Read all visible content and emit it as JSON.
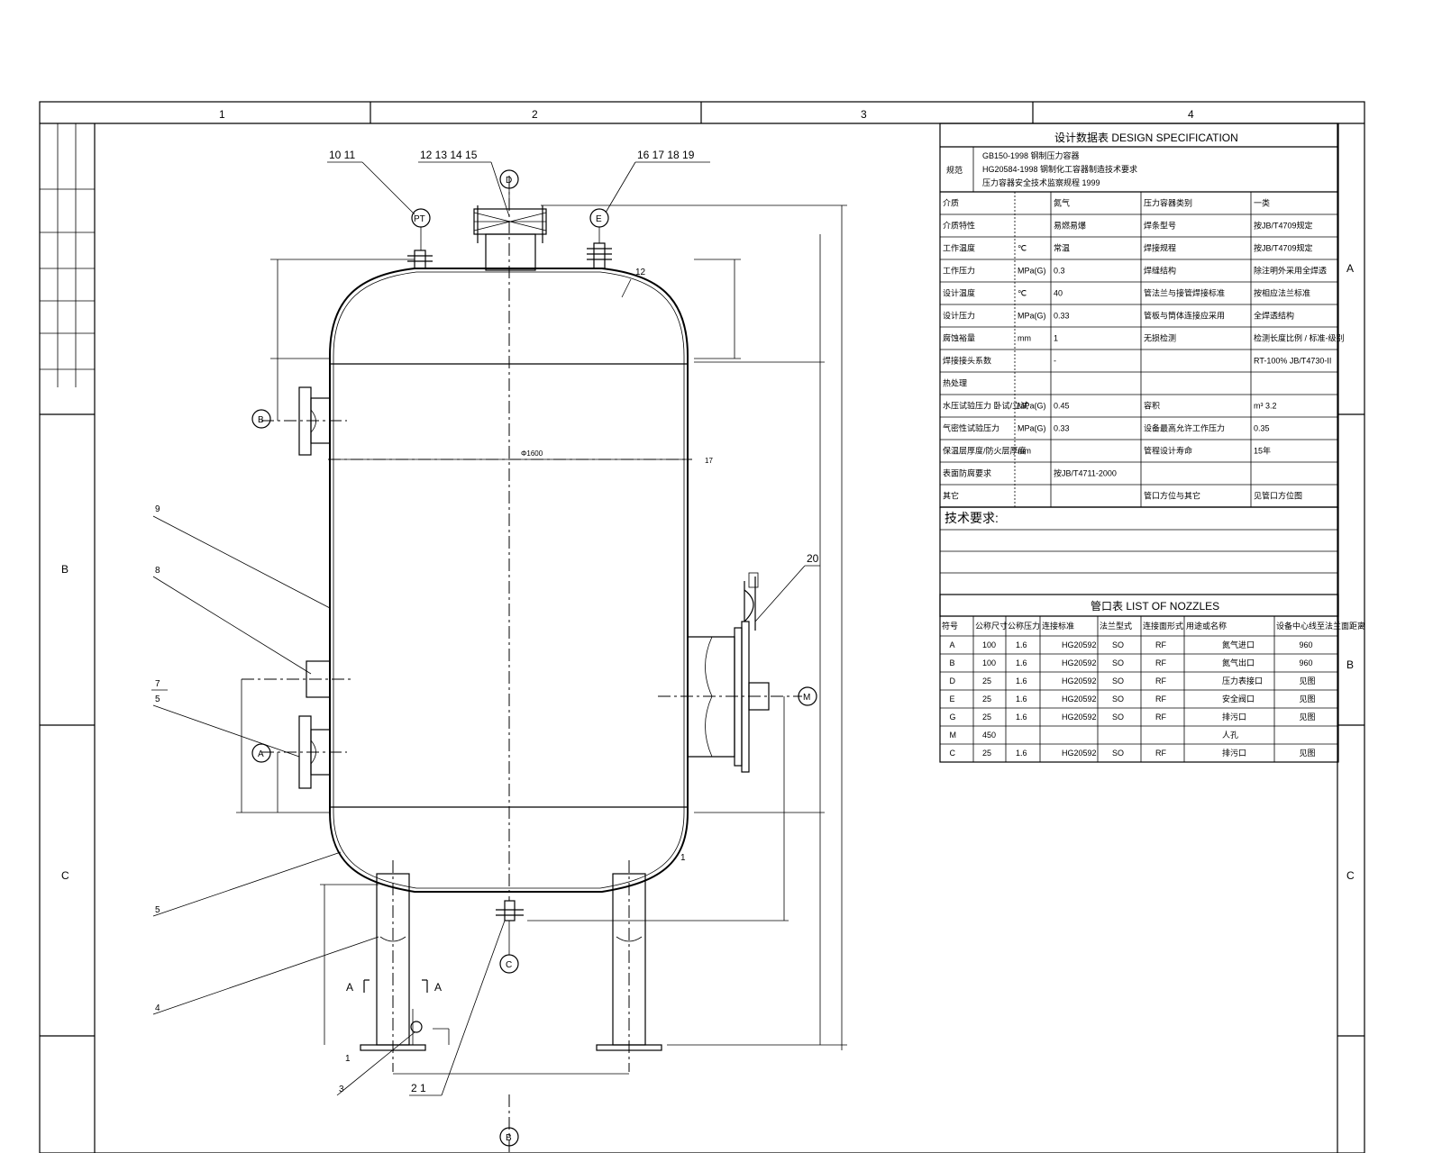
{
  "frame": {
    "zone_columns": [
      "1",
      "2",
      "3",
      "4"
    ],
    "zone_rows_left": [
      "B",
      "C"
    ],
    "zone_rows_right": [
      "A",
      "B",
      "C"
    ]
  },
  "callouts": {
    "c_10_11": "10 11",
    "c_12_15": "12 13 14 15",
    "c_16_19": "16 17 18 19",
    "c_12": "12",
    "c_9": "9",
    "c_8": "8",
    "c_7": "7",
    "c_5a": "5",
    "c_5b": "5",
    "c_4": "4",
    "c_3": "3",
    "c_2_1": "2 1",
    "c_20": "20",
    "c_1a": "1",
    "c_1b": "1",
    "c_17": "17"
  },
  "nozzle_marks": {
    "pt": "PT",
    "d": "D",
    "e": "E",
    "b": "B",
    "a": "A",
    "m": "M",
    "c": "C",
    "section_b": "B"
  },
  "section_labels": {
    "left": "A",
    "right": "A"
  },
  "dimensions": {
    "diameter": "Φ1600"
  },
  "design_data_table": {
    "title": "设计数据表   DESIGN   SPECIFICATION",
    "spec_rows": [
      "GB150-1998   钢制压力容器",
      "HG20584-1998   钢制化工容器制造技术要求",
      "压力容器安全技术监察规程   1999"
    ],
    "spec_label": "规范",
    "rows": [
      [
        "介质",
        "",
        "氮气",
        "压力容器类别",
        "一类"
      ],
      [
        "介质特性",
        "",
        "易燃易爆",
        "焊条型号",
        "按JB/T4709规定"
      ],
      [
        "工作温度",
        "℃",
        "常温",
        "焊接规程",
        "按JB/T4709规定"
      ],
      [
        "工作压力",
        "MPa(G)",
        "0.3",
        "焊缝结构",
        "除注明外采用全焊透"
      ],
      [
        "设计温度",
        "℃",
        "40",
        "管法兰与接管焊接标准",
        "按相应法兰标准"
      ],
      [
        "设计压力",
        "MPa(G)",
        "0.33",
        "管板与筒体连接应采用",
        "全焊透结构"
      ],
      [
        "腐蚀裕量",
        "mm",
        "1",
        "无损检测",
        "检测长度比例 / 标准-级别"
      ],
      [
        "焊接接头系数",
        "",
        "-",
        "",
        "RT-100%   JB/T4730-II"
      ],
      [
        "热处理",
        "",
        "",
        "",
        ""
      ],
      [
        "水压试验压力 卧试/立试",
        "MPa(G)",
        "0.45",
        "容积",
        "m³  3.2"
      ],
      [
        "气密性试验压力",
        "MPa(G)",
        "0.33",
        "设备最高允许工作压力",
        "0.35"
      ],
      [
        "保温层厚度/防火层厚度",
        "mm",
        "",
        "管程设计寿命",
        "15年"
      ],
      [
        "表面防腐要求",
        "",
        "按JB/T4711-2000",
        "",
        ""
      ],
      [
        "其它",
        "",
        "",
        "管口方位与其它",
        "见管口方位图"
      ]
    ],
    "tech_req": "技术要求:"
  },
  "nozzle_table": {
    "title": "管口表   LIST   OF   NOZZLES",
    "headers": [
      "符号",
      "公称尺寸",
      "公称压力",
      "连接标准",
      "法兰型式",
      "连接面形式",
      "用途或名称",
      "设备中心线至法兰面距离"
    ],
    "rows": [
      [
        "A",
        "100",
        "1.6",
        "HG20592",
        "SO",
        "RF",
        "氮气进口",
        "960"
      ],
      [
        "B",
        "100",
        "1.6",
        "HG20592",
        "SO",
        "RF",
        "氮气出口",
        "960"
      ],
      [
        "D",
        "25",
        "1.6",
        "HG20592",
        "SO",
        "RF",
        "压力表接口",
        "见图"
      ],
      [
        "E",
        "25",
        "1.6",
        "HG20592",
        "SO",
        "RF",
        "安全阀口",
        "见图"
      ],
      [
        "G",
        "25",
        "1.6",
        "HG20592",
        "SO",
        "RF",
        "排污口",
        "见图"
      ],
      [
        "M",
        "450",
        "",
        "",
        "",
        "",
        "人孔",
        ""
      ],
      [
        "C",
        "25",
        "1.6",
        "HG20592",
        "SO",
        "RF",
        "排污口",
        "见图"
      ]
    ]
  }
}
